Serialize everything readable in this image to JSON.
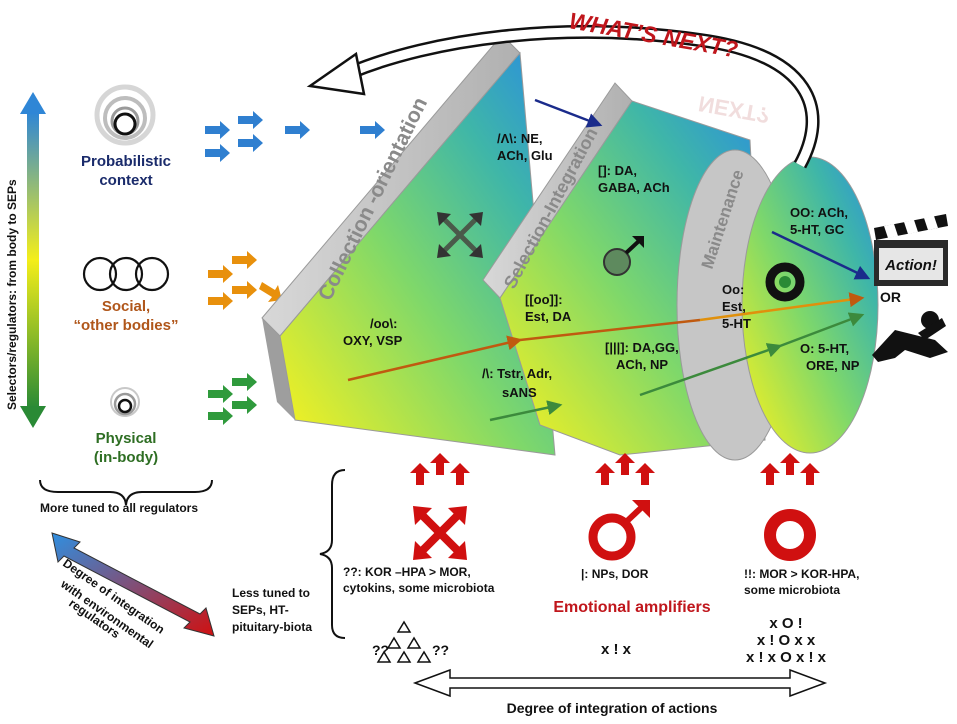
{
  "vertical_axis": {
    "label": "Selectors/regulators:  from body to SEPs"
  },
  "contexts": {
    "probabilistic": {
      "line1": "Probabilistic",
      "line2": "context"
    },
    "social": {
      "line1": "Social,",
      "line2": "“other bodies”"
    },
    "physical": {
      "line1": "Physical",
      "line2": "(in-body)"
    }
  },
  "left_notes": {
    "more_tuned": "More tuned to all regulators",
    "less_tuned": [
      "Less tuned to",
      "SEPs, HT-",
      "pituitary-biota"
    ],
    "degree_env": [
      "Degree of integration",
      "with environmental",
      "regulators"
    ]
  },
  "stages": {
    "collection": "Collection -orientation",
    "selection": "Selection-Integration",
    "maintenance": "Maintenance"
  },
  "whats_next": "WHAT’S NEXT?",
  "whats_next_shadow": "NEXT?",
  "regulators": {
    "c_top": [
      "/Λ\\: NE,",
      "ACh, Glu"
    ],
    "c_mid": [
      "/oo\\:",
      "OXY, VSP"
    ],
    "c_bot": [
      "/\\: Tstr, Adr,",
      "sANS"
    ],
    "s_top": [
      "[]: DA,",
      "GABA, ACh"
    ],
    "s_mid": [
      "[[oo]]:",
      "Est, DA"
    ],
    "s_bot": [
      "[|||]: DA,GG,",
      "ACh, NP"
    ],
    "m_top": [
      "OO: ACh,",
      "5-HT, GC"
    ],
    "m_mid": [
      "Oo:",
      "Est,",
      "5-HT"
    ],
    "m_bot": [
      "O: 5-HT,",
      "ORE, NP"
    ]
  },
  "outcome": {
    "clapper": "Action!",
    "or": "OR"
  },
  "amplifiers": {
    "title": "Emotional amplifiers",
    "left": [
      "??: KOR –HPA > MOR,",
      "cytokins,  some microbiota"
    ],
    "mid": "|: NPs, DOR",
    "right": [
      "!!: MOR > KOR-HPA,",
      "some microbiota"
    ],
    "sym_left_a": "??",
    "sym_left_b": "??",
    "sym_mid": "x ! x",
    "sym_right": [
      "x O !",
      "x ! O x x",
      "x ! x O x ! x"
    ]
  },
  "bottom_axis": {
    "label": "Degree  of integration of actions"
  },
  "colors": {
    "blue": "#2f7fd0",
    "yellow": "#fff200",
    "green": "#2f9a3c",
    "red": "#d01010",
    "orange": "#e8900c",
    "dark_blue": "#1a2b6b"
  }
}
